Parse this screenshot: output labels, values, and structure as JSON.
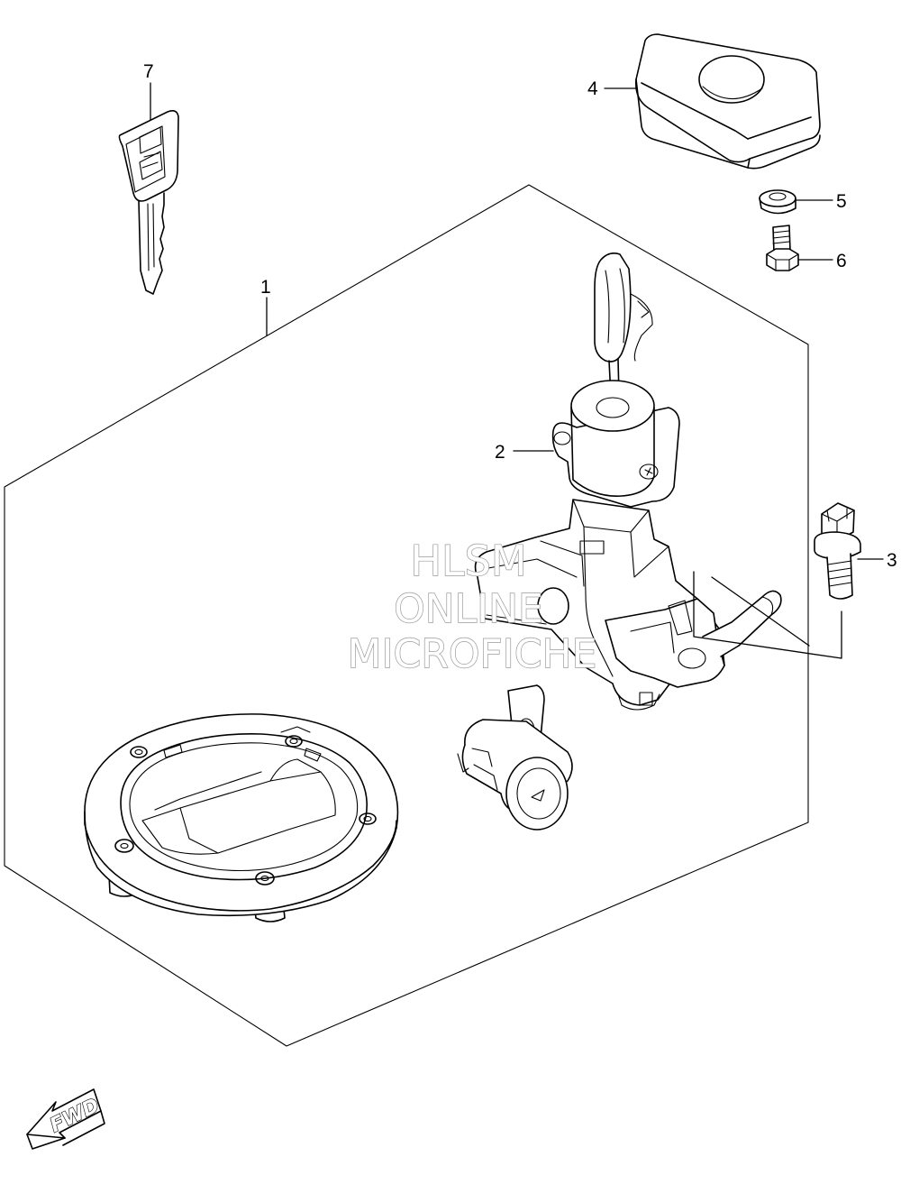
{
  "callouts": [
    {
      "id": "1",
      "label": "1"
    },
    {
      "id": "2",
      "label": "2"
    },
    {
      "id": "3",
      "label": "3"
    },
    {
      "id": "4",
      "label": "4"
    },
    {
      "id": "5",
      "label": "5"
    },
    {
      "id": "6",
      "label": "6"
    },
    {
      "id": "7",
      "label": "7"
    }
  ],
  "watermark": {
    "line1": "HLSM",
    "line2": "ONLINE",
    "line3": "MICROFICHE"
  },
  "direction_indicator": {
    "label": "FWD",
    "icon": "fwd-arrow-icon"
  }
}
